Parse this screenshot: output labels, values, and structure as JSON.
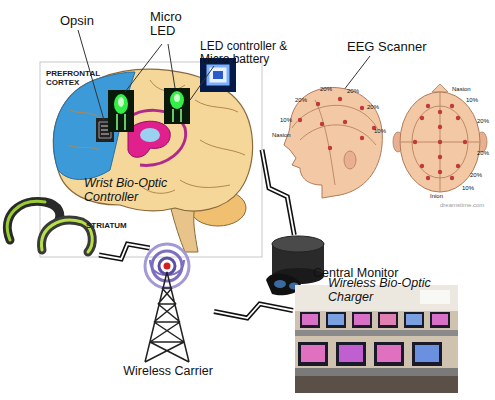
{
  "diagram": {
    "nodes": [
      {
        "text": [
          "PREFRONTAL CORTEX",
          "STRIATUM"
        ]
      },
      {
        "text": [
          "Wrist Bio-Optic Controller"
        ]
      },
      {
        "text": [
          "Wireless Bio-Optic Charger"
        ]
      },
      {
        "text": [
          "Wireless Carrier"
        ]
      },
      {
        "text": [
          "Central Monitor"
        ]
      }
    ],
    "edges": [
      {
        "from": 0,
        "to": 2,
        "arrow": "none"
      },
      {
        "from": 1,
        "to": 3,
        "arrow": "none"
      },
      {
        "from": 3,
        "to": 4,
        "arrow": "none"
      }
    ],
    "labels": [
      "Opsin",
      "Micro LED",
      "LED controller & Micro battery",
      "EEG Scanner",
      "Nasion",
      "10%",
      "20%",
      "20%",
      "20%",
      "20%",
      "10%",
      "Nasion",
      "10%",
      "20%",
      "20%",
      "20%",
      "10%",
      "Inion",
      "dreamstime.com"
    ]
  }
}
